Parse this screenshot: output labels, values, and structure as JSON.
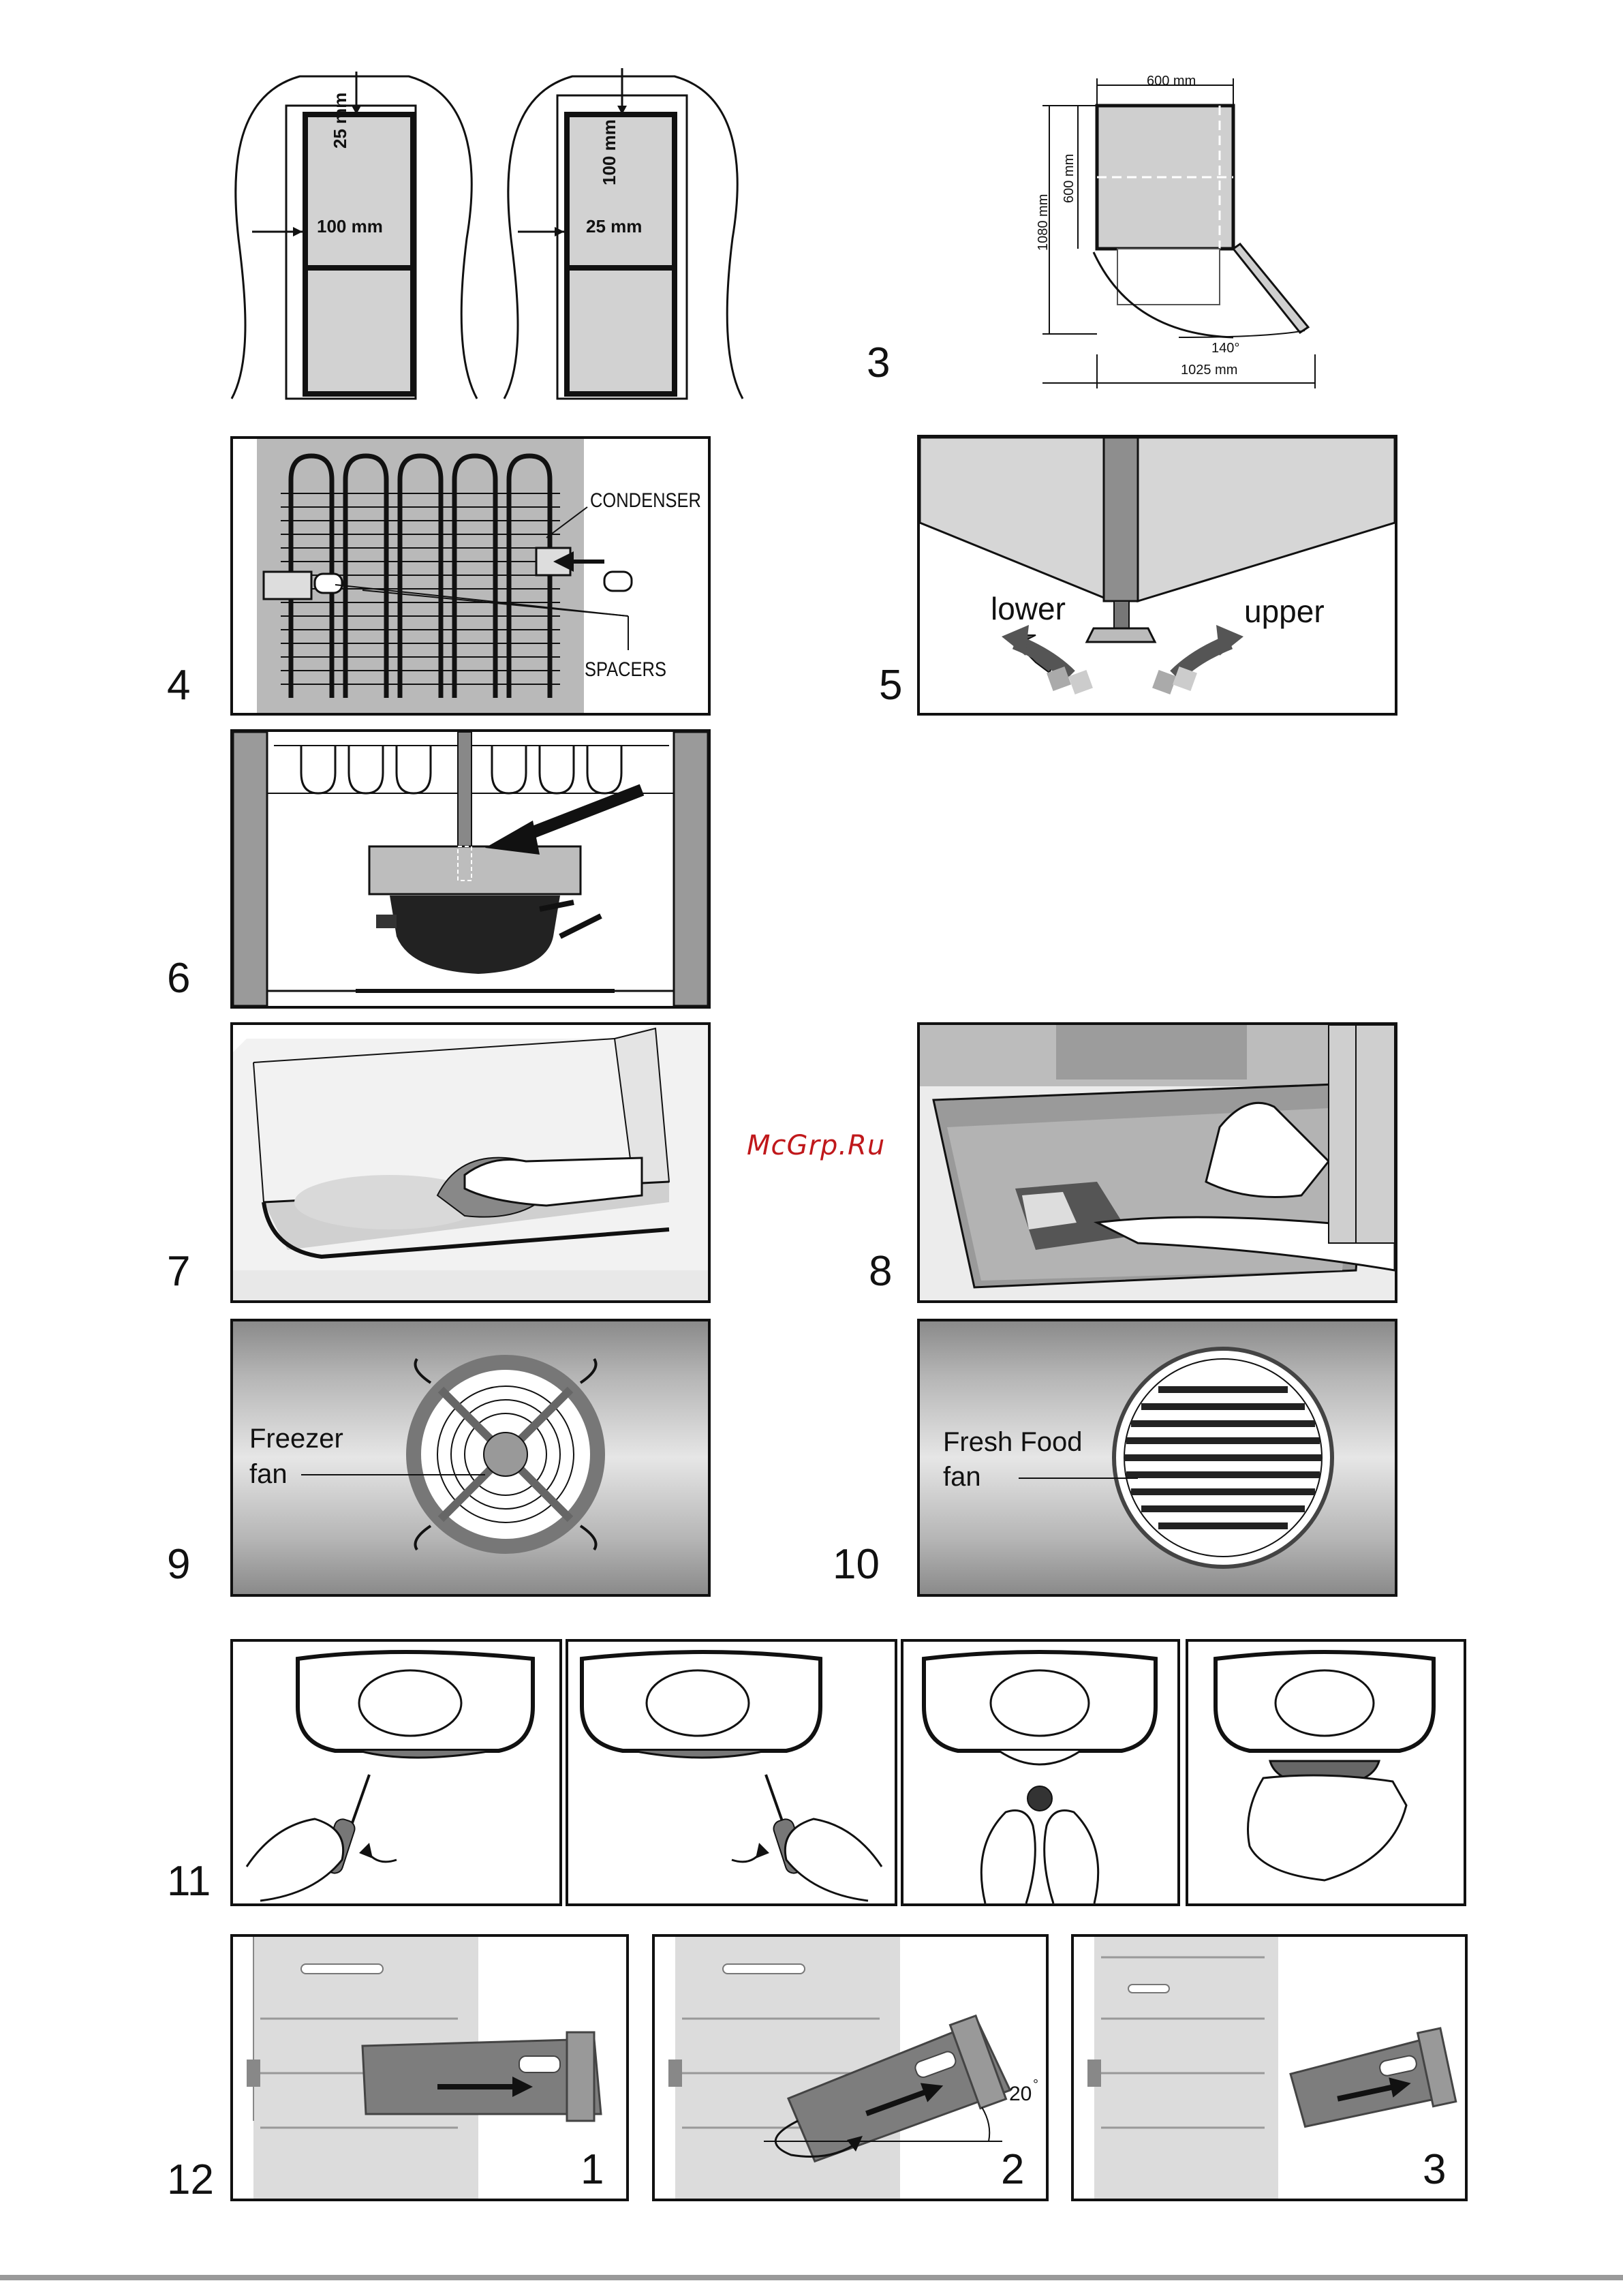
{
  "watermark": "McGrp.Ru",
  "fig_clearance": {
    "left_top_gap": "25 mm",
    "left_side_gap": "100 mm",
    "right_top_gap": "100 mm",
    "right_side_gap": "25 mm"
  },
  "fig3": {
    "number": "3",
    "width_top": "600 mm",
    "depth": "600 mm",
    "total_depth": "1080 mm",
    "angle": "140°",
    "total_width": "1025 mm"
  },
  "fig4": {
    "number": "4",
    "condenser": "CONDENSER",
    "spacers": "SPACERS"
  },
  "fig5": {
    "number": "5",
    "lower": "lower",
    "upper": "upper"
  },
  "fig6": {
    "number": "6"
  },
  "fig7": {
    "number": "7"
  },
  "fig8": {
    "number": "8"
  },
  "fig9": {
    "number": "9",
    "label_line1": "Freezer",
    "label_line2": "fan"
  },
  "fig10": {
    "number": "10",
    "label_line1": "Fresh Food",
    "label_line2": "fan"
  },
  "fig11": {
    "number": "11"
  },
  "fig12": {
    "number": "12",
    "step1": "1",
    "step2": "2",
    "step3": "3",
    "angle": "20"
  }
}
